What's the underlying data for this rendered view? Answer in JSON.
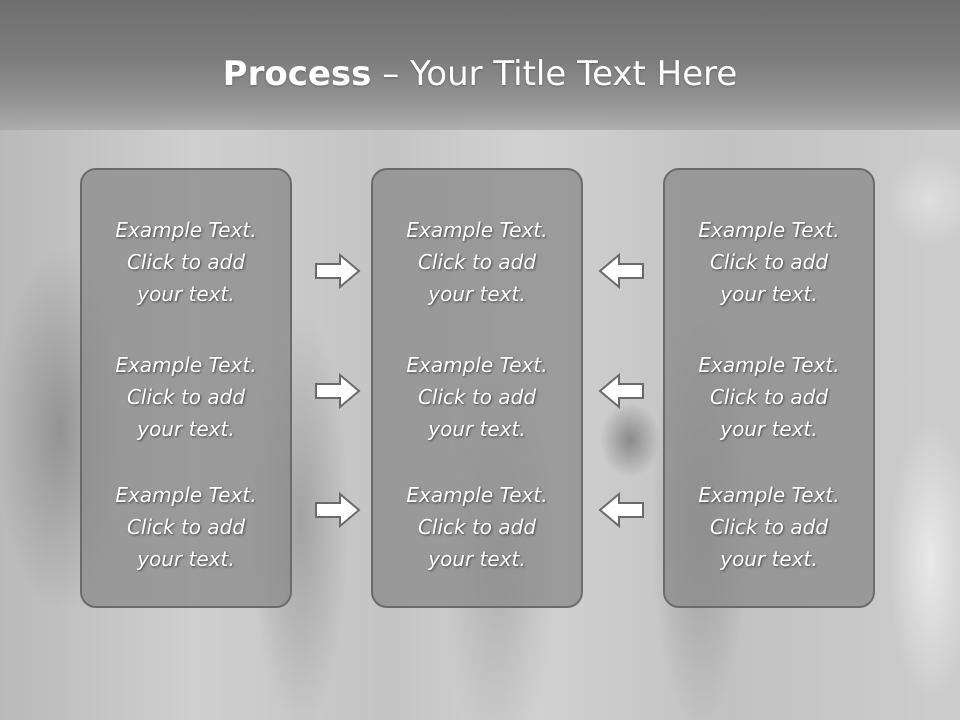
{
  "slide": {
    "title_bold": "Process",
    "title_sep": " – ",
    "title_rest": "Your Title Text Here"
  },
  "panels": [
    {
      "items": [
        "Example Text.\nClick  to add\nyour text.",
        "Example Text.\nClick  to add\nyour text.",
        "Example Text.\nClick  to add\nyour text."
      ]
    },
    {
      "items": [
        "Example Text.\nClick  to add\nyour text.",
        "Example Text.\nClick  to add\nyour text.",
        "Example Text.\nClick  to add\nyour text."
      ]
    },
    {
      "items": [
        "Example Text.\nClick  to add\nyour text.",
        "Example Text.\nClick  to add\nyour text.",
        "Example Text.\nClick  to add\nyour text."
      ]
    }
  ],
  "arrows": [
    {
      "direction": "right",
      "icon": "right-arrow-icon"
    },
    {
      "direction": "right",
      "icon": "right-arrow-icon"
    },
    {
      "direction": "right",
      "icon": "right-arrow-icon"
    },
    {
      "direction": "left",
      "icon": "left-arrow-icon"
    },
    {
      "direction": "left",
      "icon": "left-arrow-icon"
    },
    {
      "direction": "left",
      "icon": "left-arrow-icon"
    }
  ],
  "colors": {
    "header": "#7c7c7c",
    "panel_fill": "#8c8c8c",
    "panel_border": "#6b6b6b",
    "text": "#ffffff"
  }
}
